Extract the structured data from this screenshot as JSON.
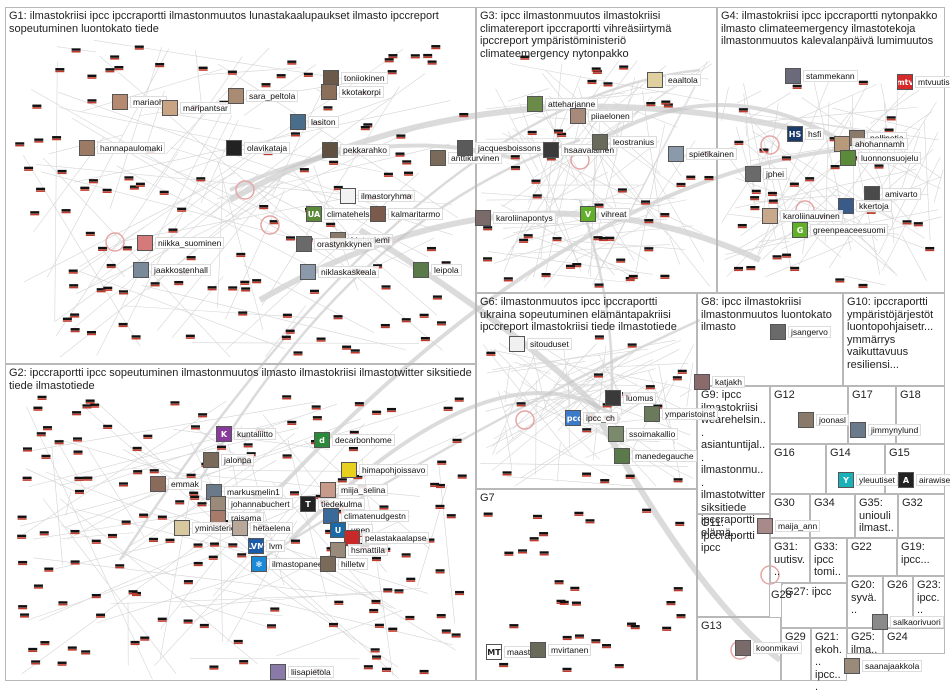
{
  "groups": [
    {
      "id": "G1",
      "label": "G1: ilmastokriisi ipcc ipccraportti ilmastonmuutos lunastakaalupaukset ilmasto ipccreport sopeutuminen luontokato tiede"
    },
    {
      "id": "G2",
      "label": "G2: ipccraportti ipcc sopeutuminen ilmastonmuutos ilmasto ilmastokriisi ilmastotwitter siksitiede tiede ilmastotiede"
    },
    {
      "id": "G3",
      "label": "G3: ipcc ilmastonmuutos ilmastokriisi climatereport ipccraportti vihreäsiirtymä ipccreport ympäristöministeriö climateemergency nytonpakko"
    },
    {
      "id": "G4",
      "label": "G4: ilmastokriisi ipcc ipccraportti nytonpakko ilmasto climateemergency ilmastotekoja ilmastonmuutos kalevalanpäivä lumimuutos"
    },
    {
      "id": "G5",
      "label": ""
    },
    {
      "id": "G6",
      "label": "G6: ilmastonmuutos ipcc ipccraportti ukraina sopeutuminen elämäntapakriisi ipccreport ilmastokriisi tiede ilmastotiede"
    },
    {
      "id": "G7",
      "label": "G7"
    },
    {
      "id": "G8",
      "label": "G8: ipcc ilmastokriisi ilmastonmuutos luontokato ilmasto"
    },
    {
      "id": "G9",
      "label": "G9: ipcc ilmastokriisi wearehelsin... asiantuntijal... ilmastonmu... ilmastotwitter siksitiede ipccraportti elämä..."
    },
    {
      "id": "G10",
      "label": "G10: ipccraportti ympäristöjärjestöt luontopohjaisetr... ymmärrys vaikuttavuus resiliensi..."
    },
    {
      "id": "G11",
      "label": "G11: ipccraportti ipcc"
    },
    {
      "id": "G12",
      "label": "G12"
    },
    {
      "id": "G13",
      "label": "G13"
    },
    {
      "id": "G14",
      "label": "G14"
    },
    {
      "id": "G15",
      "label": "G15"
    },
    {
      "id": "G16",
      "label": "G16"
    },
    {
      "id": "G17",
      "label": "G17"
    },
    {
      "id": "G18",
      "label": "G18"
    },
    {
      "id": "G19",
      "label": "G19: ipcc..."
    },
    {
      "id": "G20",
      "label": "G20: syvä..."
    },
    {
      "id": "G21",
      "label": "G21: ekoh... ipcc..."
    },
    {
      "id": "G22",
      "label": "G22"
    },
    {
      "id": "G23",
      "label": "G23: ipcc..."
    },
    {
      "id": "G24",
      "label": "G24"
    },
    {
      "id": "G25",
      "label": "G25: ilma..."
    },
    {
      "id": "G26",
      "label": "G26"
    },
    {
      "id": "G27",
      "label": "G27: ipcc"
    },
    {
      "id": "G28",
      "label": "G28"
    },
    {
      "id": "G29",
      "label": "G29"
    },
    {
      "id": "G30",
      "label": "G30"
    },
    {
      "id": "G31",
      "label": "G31: uutisv..."
    },
    {
      "id": "G32",
      "label": "G32"
    },
    {
      "id": "G33",
      "label": "G33: ipcc tomi..."
    },
    {
      "id": "G34",
      "label": "G34"
    },
    {
      "id": "G35",
      "label": "G35: uniouli ilmast..."
    }
  ],
  "nodes": [
    {
      "name": "toniiokinen",
      "color": "#6b5a4a"
    },
    {
      "name": "kkotakorpi",
      "color": "#8a6f5a"
    },
    {
      "name": "mariaoh",
      "color": "#b58a70"
    },
    {
      "name": "maripantsar",
      "color": "#c8a484"
    },
    {
      "name": "sara_peltola",
      "color": "#a98b74"
    },
    {
      "name": "lasiton",
      "color": "#4a6e8a"
    },
    {
      "name": "hannapaulomaki",
      "color": "#9b7b63"
    },
    {
      "name": "olavikataja",
      "color": "#222222"
    },
    {
      "name": "pekkarahko",
      "color": "#5f5040"
    },
    {
      "name": "anttikurvinen",
      "color": "#7a6a5a"
    },
    {
      "name": "ilmastoryhma",
      "color": "#f2f2f2"
    },
    {
      "name": "climatehelsinki",
      "color": "#5a8a3a"
    },
    {
      "name": "kalmaritarmo",
      "color": "#7a5a4a"
    },
    {
      "name": "hietaniemi",
      "color": "#8a7a6a"
    },
    {
      "name": "orastynkkynen",
      "color": "#6a6a6a"
    },
    {
      "name": "niikka_suominen",
      "color": "#d47a7a"
    },
    {
      "name": "jaakkostenhall",
      "color": "#7a8a9a"
    },
    {
      "name": "niklaskaskeala",
      "color": "#8a9aaa"
    },
    {
      "name": "leipola",
      "color": "#5a7a4a"
    },
    {
      "name": "kuntaliitto",
      "color": "#8a3a9a"
    },
    {
      "name": "decarbonhome",
      "color": "#2a8a3a"
    },
    {
      "name": "jalonpa",
      "color": "#7a6a5a"
    },
    {
      "name": "himapohjoissavo",
      "color": "#e8d020"
    },
    {
      "name": "emmak",
      "color": "#8a6a5a"
    },
    {
      "name": "markusmelin1",
      "color": "#6a7a8a"
    },
    {
      "name": "miija_selina",
      "color": "#c89a8a"
    },
    {
      "name": "johannabuchert",
      "color": "#9a8a7a"
    },
    {
      "name": "tiedekulma",
      "color": "#222222"
    },
    {
      "name": "raisama",
      "color": "#a87a6a"
    },
    {
      "name": "climatenudgestn",
      "color": "#3a6a9a"
    },
    {
      "name": "yministerio",
      "color": "#d8c8a0"
    },
    {
      "name": "hetaelena",
      "color": "#b8a89a"
    },
    {
      "name": "unep",
      "color": "#1a6aa8"
    },
    {
      "name": "pelastakaalapse",
      "color": "#c82a2a"
    },
    {
      "name": "lvm",
      "color": "#1a5aa8"
    },
    {
      "name": "hsmattila",
      "color": "#9a8a7a"
    },
    {
      "name": "ilmastopaneeli1",
      "color": "#1a8ad8"
    },
    {
      "name": "hilletw",
      "color": "#7a6a5a"
    },
    {
      "name": "liisapietola",
      "color": "#8a7aaa"
    },
    {
      "name": "eaaltola",
      "color": "#e0d0a0"
    },
    {
      "name": "atteharjanne",
      "color": "#6a8a4a"
    },
    {
      "name": "piiaelonen",
      "color": "#a88a7a"
    },
    {
      "name": "jacquesboissons",
      "color": "#5a5a5a"
    },
    {
      "name": "hsaavalainen",
      "color": "#3a3a3a"
    },
    {
      "name": "leostranius",
      "color": "#6a6a5a"
    },
    {
      "name": "spietikainen",
      "color": "#8a9aaa"
    },
    {
      "name": "karoliinapontys",
      "color": "#7a6a6a"
    },
    {
      "name": "vihreat",
      "color": "#62b02a"
    },
    {
      "name": "stammekann",
      "color": "#6a6a7a"
    },
    {
      "name": "mtvuutiset",
      "color": "#d82a2a"
    },
    {
      "name": "hsfi",
      "color": "#1a3a6a"
    },
    {
      "name": "pellipetja",
      "color": "#8a7a6a"
    },
    {
      "name": "ahohannamh",
      "color": "#b89a7a"
    },
    {
      "name": "luonnonsuojelu",
      "color": "#5a8a3a"
    },
    {
      "name": "jphei",
      "color": "#6a6a6a"
    },
    {
      "name": "amivarto",
      "color": "#4a4a4a"
    },
    {
      "name": "kkertoja",
      "color": "#3a5a8a"
    },
    {
      "name": "karoliinauvinen",
      "color": "#c8a88a"
    },
    {
      "name": "greenpeaceesuomi",
      "color": "#62b02a"
    },
    {
      "name": "sitouduset",
      "color": "#f0f0f0"
    },
    {
      "name": "jsangervo",
      "color": "#6a6a6a"
    },
    {
      "name": "katjakh",
      "color": "#8a6a6a"
    },
    {
      "name": "luomus",
      "color": "#3a3a3a"
    },
    {
      "name": "ymparistoinst",
      "color": "#6a7a5a"
    },
    {
      "name": "ssoimakallio",
      "color": "#7a8a6a"
    },
    {
      "name": "ipcc_ch",
      "color": "#3a7ac8"
    },
    {
      "name": "manedegauche",
      "color": "#5a7a4a"
    },
    {
      "name": "joonasl",
      "color": "#8a7a6a"
    },
    {
      "name": "jimmynylund",
      "color": "#6a7a8a"
    },
    {
      "name": "yleuutiset",
      "color": "#1ab0b8"
    },
    {
      "name": "airawise",
      "color": "#222222"
    },
    {
      "name": "maija_ann",
      "color": "#a88a8a"
    },
    {
      "name": "maastul",
      "color": "#ffffff"
    },
    {
      "name": "mvirtanen",
      "color": "#6a6a5a"
    },
    {
      "name": "koonmikavi",
      "color": "#7a6a6a"
    },
    {
      "name": "salkaorivuori",
      "color": "#8a8a8a"
    },
    {
      "name": "saanajaakkola",
      "color": "#9a8a7a"
    }
  ]
}
